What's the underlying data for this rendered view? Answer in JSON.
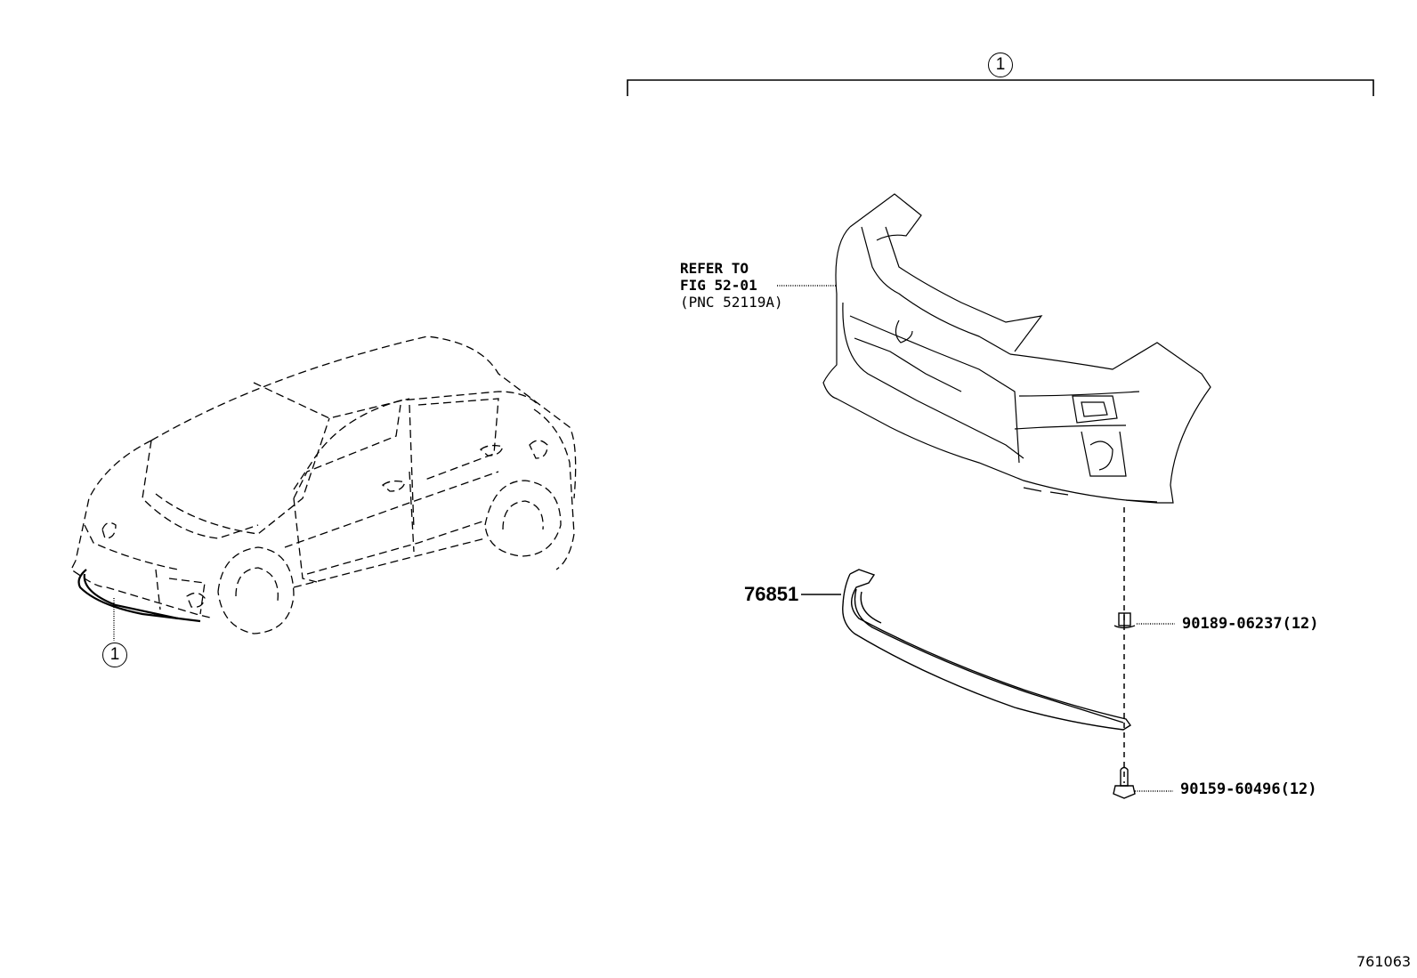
{
  "diagram": {
    "figure_number": "761063",
    "assembly_callout": "1",
    "vehicle_callout": "1",
    "reference": {
      "line1": "REFER TO",
      "line2": "FIG 52-01",
      "line3": "(PNC 52119A)"
    },
    "parts": [
      {
        "id": "spoiler",
        "part_number": "76851",
        "description": "front spoiler / lower lip"
      },
      {
        "id": "clip",
        "part_number": "90189-06237(12)",
        "description": "clip"
      },
      {
        "id": "screw",
        "part_number": "90159-60496(12)",
        "description": "screw"
      }
    ],
    "colors": {
      "line": "#000000",
      "background": "#ffffff"
    }
  }
}
